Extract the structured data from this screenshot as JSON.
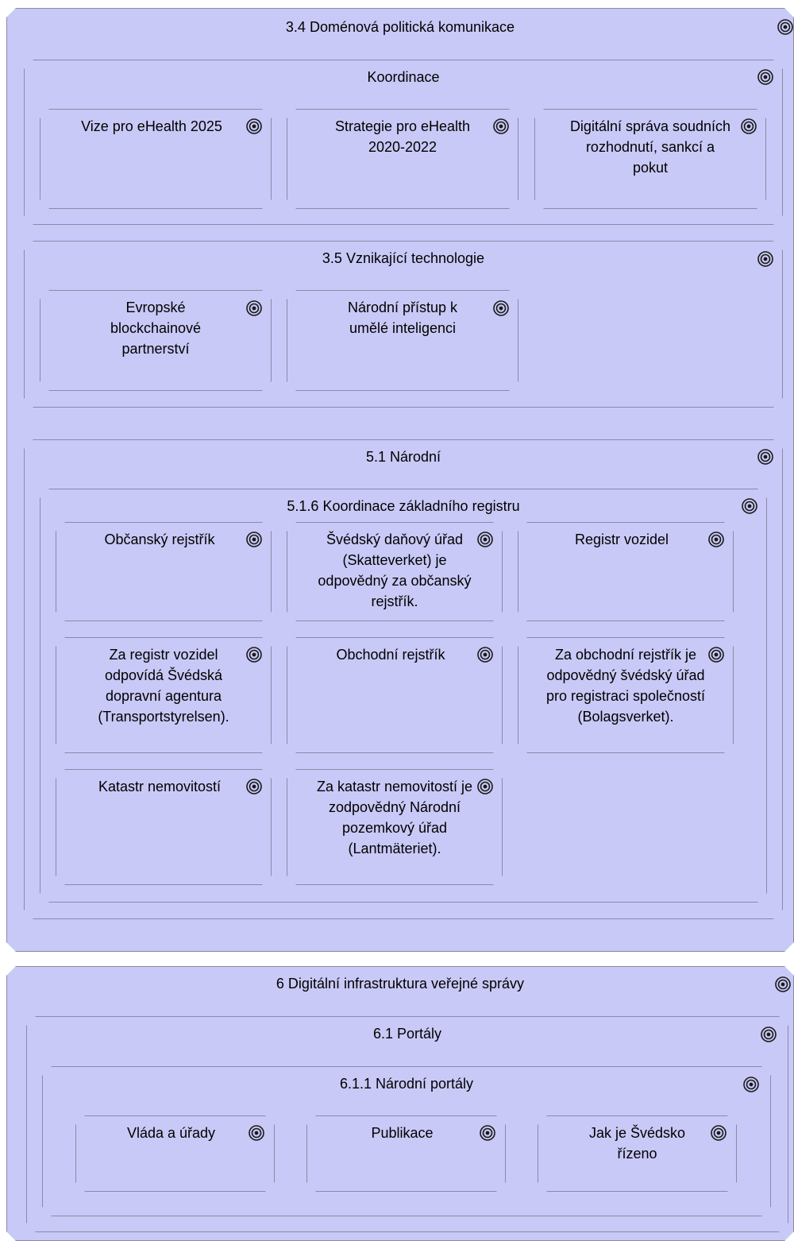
{
  "groups": {
    "g34": {
      "title": "3.4 Doménová politická komunikace"
    },
    "koordinace": {
      "title": "Koordinace",
      "items": [
        "Vize pro eHealth 2025",
        "Strategie pro eHealth 2020-2022",
        "Digitální správa soudních rozhodnutí, sankcí a pokut"
      ]
    },
    "g35": {
      "title": "3.5 Vznikající technologie",
      "items": [
        "Evropské blockchainové partnerství",
        "Národní přístup k umělé inteligenci"
      ]
    },
    "g51": {
      "title": "5.1 Národní"
    },
    "g516": {
      "title": "5.1.6 Koordinace základního registru",
      "items": [
        "Občanský rejstřík",
        "Švédský daňový úřad (Skatteverket) je odpovědný za občanský rejstřík.",
        "Registr vozidel",
        "Za registr vozidel odpovídá Švédská dopravní agentura (Transportstyrelsen).",
        "Obchodní rejstřík",
        "Za obchodní rejstřík je odpovědný švédský úřad pro registraci společností (Bolagsverket).",
        "Katastr nemovitostí",
        "Za katastr nemovitostí je zodpovědný Národní pozemkový úřad (Lantmäteriet)."
      ]
    },
    "g6": {
      "title": "6 Digitální infrastruktura veřejné správy"
    },
    "g61": {
      "title": "6.1 Portály"
    },
    "g611": {
      "title": "6.1.1 Národní portály",
      "items": [
        "Vláda a úřady",
        "Publikace",
        "Jak je Švédsko řízeno"
      ]
    }
  },
  "colors": {
    "fill": "#c9c9f7",
    "border": "#8a8aa8",
    "icon": "#1a1a1a"
  },
  "icon_name": "goal-target-icon"
}
